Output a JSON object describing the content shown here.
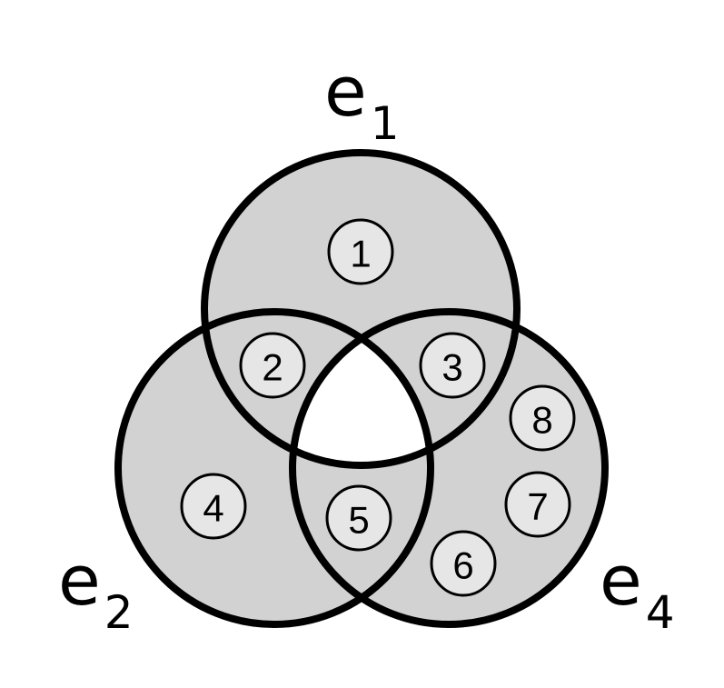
{
  "colors": {
    "region_fill": "#d3d2d3",
    "center_fill": "#ffffff",
    "outline": "#000000",
    "node_fill": "#e6e6e6"
  },
  "sets": [
    {
      "id": "e1",
      "letter": "e",
      "sub": "1"
    },
    {
      "id": "e2",
      "letter": "e",
      "sub": "2"
    },
    {
      "id": "e4",
      "letter": "e",
      "sub": "4"
    }
  ],
  "nodes": [
    {
      "id": "n1",
      "label": "1",
      "membership": [
        "e1"
      ]
    },
    {
      "id": "n2",
      "label": "2",
      "membership": [
        "e1",
        "e2"
      ]
    },
    {
      "id": "n3",
      "label": "3",
      "membership": [
        "e1",
        "e4"
      ]
    },
    {
      "id": "n4",
      "label": "4",
      "membership": [
        "e2"
      ]
    },
    {
      "id": "n5",
      "label": "5",
      "membership": [
        "e2",
        "e4"
      ]
    },
    {
      "id": "n6",
      "label": "6",
      "membership": [
        "e4"
      ]
    },
    {
      "id": "n7",
      "label": "7",
      "membership": [
        "e4"
      ]
    },
    {
      "id": "n8",
      "label": "8",
      "membership": [
        "e4"
      ]
    }
  ]
}
